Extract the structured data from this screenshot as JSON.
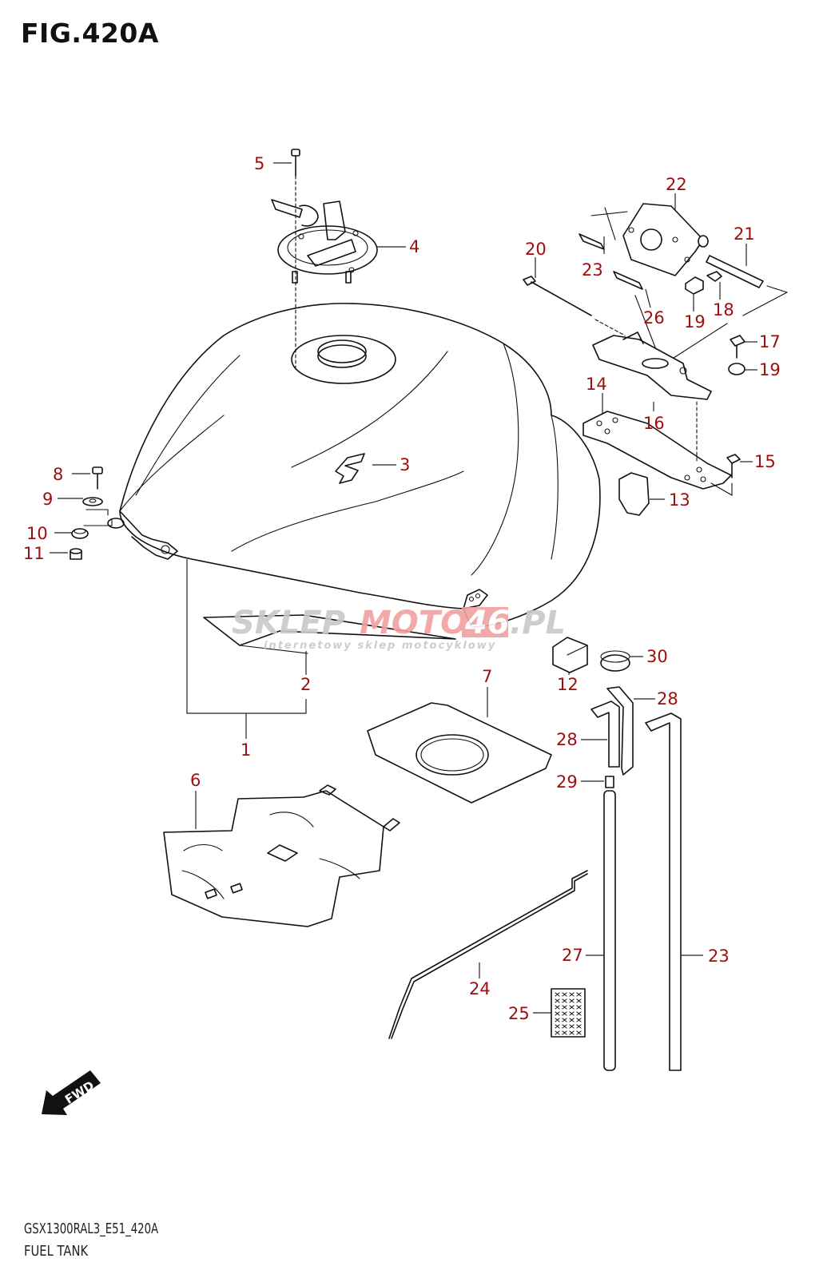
{
  "figure": {
    "title": "FIG.420A",
    "code": "GSX1300RAL3_E51_420A",
    "name": "FUEL TANK"
  },
  "colors": {
    "callout": "#a00d0d",
    "line": "#111111",
    "watermark_gray": "#c8c8c8",
    "watermark_red": "#f0a0a0"
  },
  "watermark": {
    "part1": "SKLEP",
    "part2": "MOTO",
    "part3": "46",
    "part4": ".PL",
    "tagline": "internetowy sklep motocyklowy"
  },
  "fwd_label": "FWD",
  "callouts": [
    {
      "id": "c1",
      "label": "1"
    },
    {
      "id": "c2",
      "label": "2"
    },
    {
      "id": "c3",
      "label": "3"
    },
    {
      "id": "c4",
      "label": "4"
    },
    {
      "id": "c5",
      "label": "5"
    },
    {
      "id": "c6",
      "label": "6"
    },
    {
      "id": "c7",
      "label": "7"
    },
    {
      "id": "c8",
      "label": "8"
    },
    {
      "id": "c9",
      "label": "9"
    },
    {
      "id": "c10",
      "label": "10"
    },
    {
      "id": "c11",
      "label": "11"
    },
    {
      "id": "c12",
      "label": "12"
    },
    {
      "id": "c13",
      "label": "13"
    },
    {
      "id": "c14",
      "label": "14"
    },
    {
      "id": "c15",
      "label": "15"
    },
    {
      "id": "c16",
      "label": "16"
    },
    {
      "id": "c17",
      "label": "17"
    },
    {
      "id": "c18",
      "label": "18"
    },
    {
      "id": "c19a",
      "label": "19"
    },
    {
      "id": "c19b",
      "label": "19"
    },
    {
      "id": "c20",
      "label": "20"
    },
    {
      "id": "c21",
      "label": "21"
    },
    {
      "id": "c22",
      "label": "22"
    },
    {
      "id": "c23a",
      "label": "23"
    },
    {
      "id": "c23b",
      "label": "23"
    },
    {
      "id": "c24",
      "label": "24"
    },
    {
      "id": "c25",
      "label": "25"
    },
    {
      "id": "c26",
      "label": "26"
    },
    {
      "id": "c27",
      "label": "27"
    },
    {
      "id": "c28a",
      "label": "28"
    },
    {
      "id": "c28b",
      "label": "28"
    },
    {
      "id": "c29",
      "label": "29"
    },
    {
      "id": "c30",
      "label": "30"
    }
  ]
}
